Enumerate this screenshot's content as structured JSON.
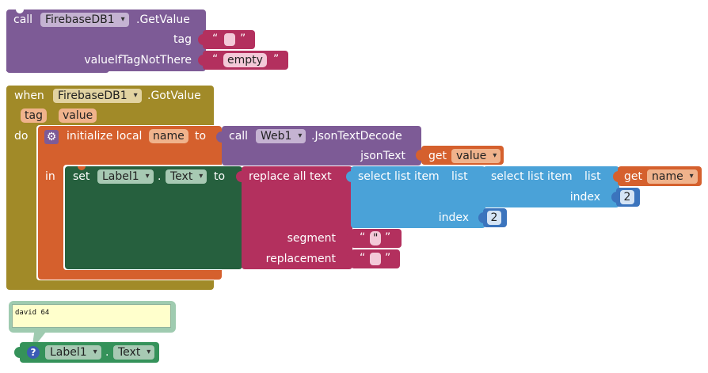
{
  "colors": {
    "component": "#7d5b96",
    "text": "#b3305e",
    "event": "#a18a28",
    "variable": "#d5602d",
    "label_set": "#26603e",
    "list": "#4aa2d8",
    "math": "#3b74bd",
    "label_get": "#35925a",
    "comment_bg": "#ffffcc",
    "comment_border": "#9fcbb0"
  },
  "getvalue_call": {
    "call_word": "call",
    "component": "FirebaseDB1",
    "method": ".GetValue",
    "tag_label": "tag",
    "tag_value": "",
    "default_label": "valueIfTagNotThere",
    "default_value": "empty"
  },
  "gotvalue_event": {
    "when_word": "when",
    "component": "FirebaseDB1",
    "event": ".GotValue",
    "param_tag": "tag",
    "param_value": "value",
    "do_word": "do"
  },
  "local_var": {
    "init_label": "initialize local",
    "var_name": "name",
    "to_word": "to",
    "in_word": "in",
    "gear_icon": "gear-icon"
  },
  "json_decode": {
    "call_word": "call",
    "component": "Web1",
    "method": ".JsonTextDecode",
    "arg_label": "jsonText",
    "get_word": "get",
    "get_var": "value"
  },
  "set_label": {
    "set_word": "set",
    "component": "Label1",
    "dot": ".",
    "property": "Text",
    "to_word": "to"
  },
  "replace_text": {
    "label": "replace all text",
    "segment_label": "segment",
    "segment_value": "\"",
    "replacement_label": "replacement",
    "replacement_value": ""
  },
  "outer_select": {
    "label": "select list item",
    "list_label": "list",
    "index_label": "index",
    "index_value": "2"
  },
  "inner_select": {
    "label": "select list item",
    "list_label": "list",
    "index_label": "index",
    "index_value": "2",
    "get_word": "get",
    "get_var": "name"
  },
  "comment": {
    "text": "david 64"
  },
  "label_getter": {
    "help_icon": "question-icon",
    "component": "Label1",
    "dot": ".",
    "property": "Text"
  },
  "quote_open": "“",
  "quote_close": "”",
  "dropdown_arrow": "▾"
}
